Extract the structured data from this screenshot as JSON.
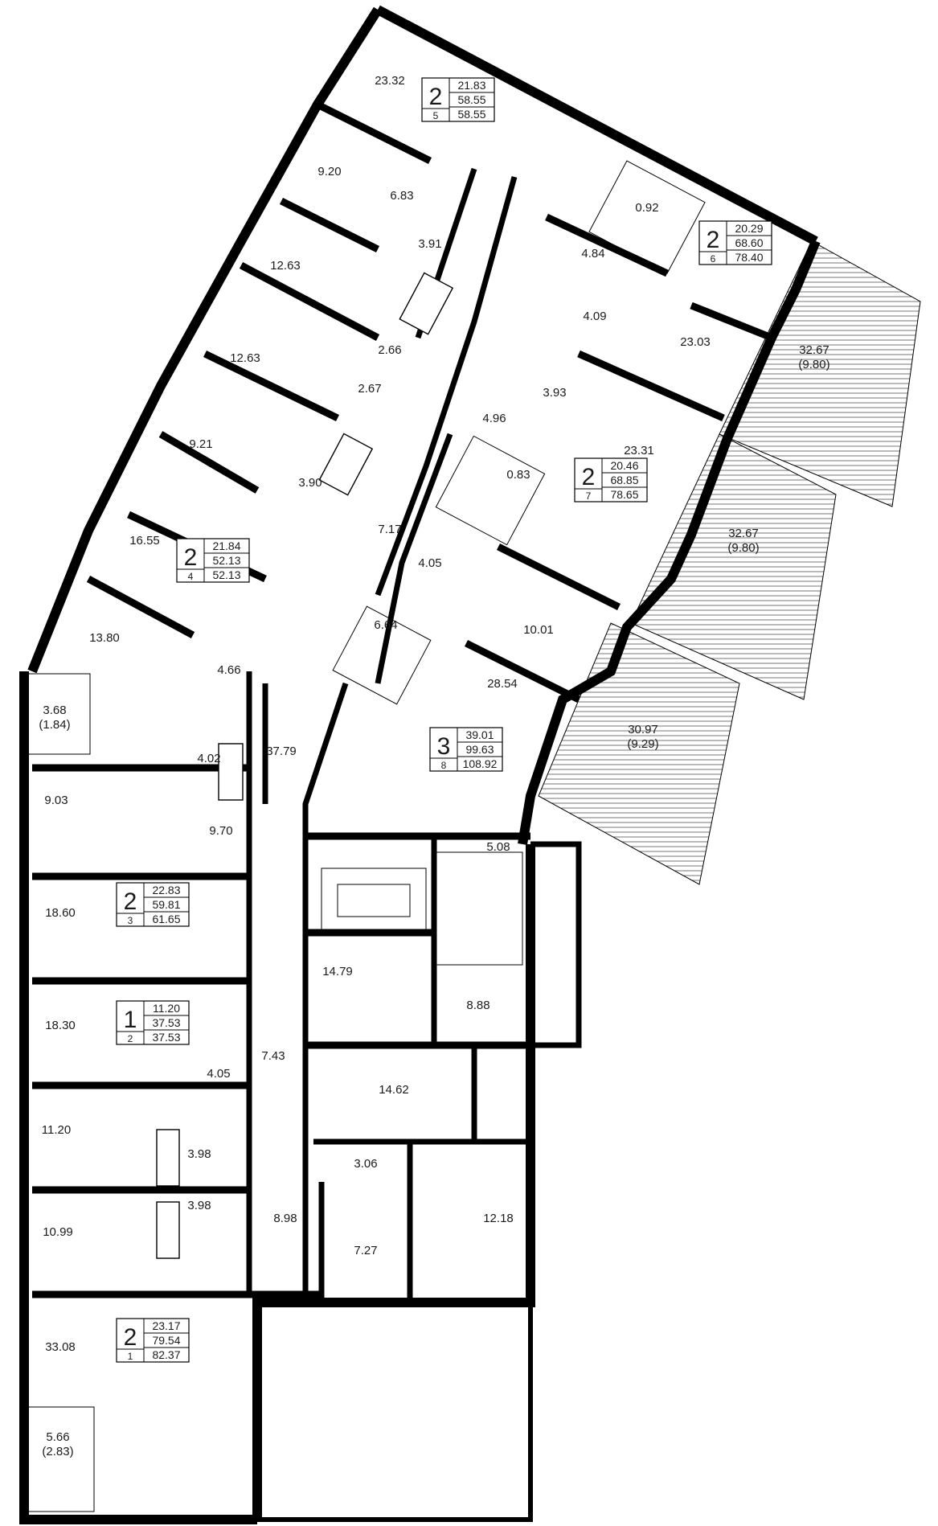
{
  "apartments": [
    {
      "id": "apt-5",
      "rooms": "2",
      "number": "5",
      "values": [
        "21.83",
        "58.55",
        "58.55"
      ]
    },
    {
      "id": "apt-6",
      "rooms": "2",
      "number": "6",
      "values": [
        "20.29",
        "68.60",
        "78.40"
      ]
    },
    {
      "id": "apt-7",
      "rooms": "2",
      "number": "7",
      "values": [
        "20.46",
        "68.85",
        "78.65"
      ]
    },
    {
      "id": "apt-4",
      "rooms": "2",
      "number": "4",
      "values": [
        "21.84",
        "52.13",
        "52.13"
      ]
    },
    {
      "id": "apt-8",
      "rooms": "3",
      "number": "8",
      "values": [
        "39.01",
        "99.63",
        "108.92"
      ]
    },
    {
      "id": "apt-3",
      "rooms": "2",
      "number": "3",
      "values": [
        "22.83",
        "59.81",
        "61.65"
      ]
    },
    {
      "id": "apt-2",
      "rooms": "1",
      "number": "2",
      "values": [
        "11.20",
        "37.53",
        "37.53"
      ]
    },
    {
      "id": "apt-1",
      "rooms": "2",
      "number": "1",
      "values": [
        "23.17",
        "79.54",
        "82.37"
      ]
    }
  ],
  "room_areas": [
    "23.32",
    "9.20",
    "6.83",
    "3.91",
    "12.63",
    "2.66",
    "12.63",
    "2.67",
    "9.21",
    "3.90",
    "7.17",
    "16.55",
    "13.80",
    "4.66",
    "3.68",
    "(1.84)",
    "4.02",
    "37.79",
    "9.03",
    "9.70",
    "18.60",
    "18.30",
    "14.79",
    "7.43",
    "4.05",
    "11.20",
    "3.98",
    "3.98",
    "10.99",
    "8.98",
    "33.08",
    "5.66",
    "(2.83)",
    "0.92",
    "4.84",
    "4.09",
    "23.03",
    "3.93",
    "4.96",
    "0.83",
    "23.31",
    "4.05",
    "6.64",
    "10.01",
    "28.54",
    "5.08",
    "8.88",
    "14.62",
    "3.06",
    "7.27",
    "12.18"
  ],
  "terraces": [
    {
      "area": "32.67",
      "sub": "(9.80)"
    },
    {
      "area": "32.67",
      "sub": "(9.80)"
    },
    {
      "area": "30.97",
      "sub": "(9.29)"
    }
  ],
  "colors": {
    "wall": "#000000",
    "background": "#ffffff",
    "text": "#1a1a1a"
  }
}
